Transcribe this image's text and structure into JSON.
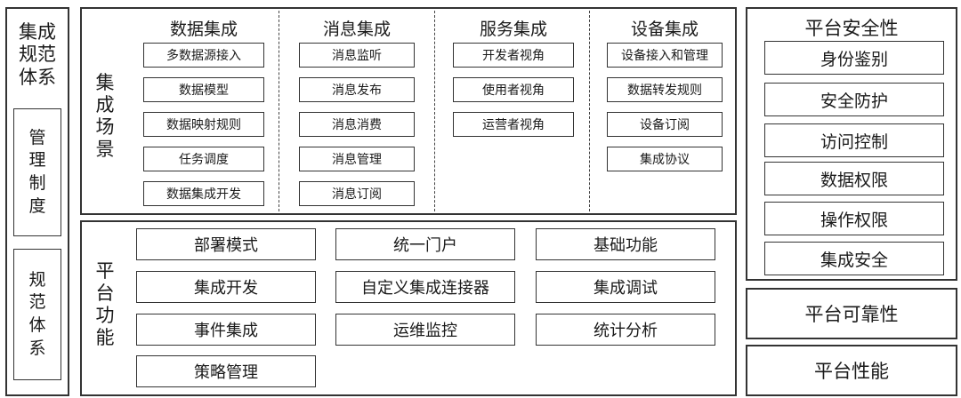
{
  "left_panel": {
    "title_lines": [
      "集成",
      "规范",
      "体系"
    ],
    "management": [
      "管",
      "理",
      "制",
      "度"
    ],
    "spec": [
      "规",
      "范",
      "体",
      "系"
    ]
  },
  "scenes": {
    "label": [
      "集",
      "成",
      "场",
      "景"
    ],
    "columns": [
      {
        "heading": "数据集成",
        "items": [
          "多数据源接入",
          "数据模型",
          "数据映射规则",
          "任务调度",
          "数据集成开发"
        ]
      },
      {
        "heading": "消息集成",
        "items": [
          "消息监听",
          "消息发布",
          "消息消费",
          "消息管理",
          "消息订阅"
        ]
      },
      {
        "heading": "服务集成",
        "items": [
          "开发者视角",
          "使用者视角",
          "运营者视角"
        ]
      },
      {
        "heading": "设备集成",
        "items": [
          "设备接入和管理",
          "数据转发规则",
          "设备订阅",
          "集成协议"
        ]
      }
    ]
  },
  "platform": {
    "label": [
      "平",
      "台",
      "功",
      "能"
    ],
    "items": [
      "部署模式",
      "统一门户",
      "基础功能",
      "集成开发",
      "自定义集成连接器",
      "集成调试",
      "事件集成",
      "运维监控",
      "统计分析",
      "策略管理"
    ]
  },
  "security": {
    "title": "平台安全性",
    "items": [
      "身份鉴别",
      "安全防护",
      "访问控制",
      "数据权限",
      "操作权限",
      "集成安全"
    ]
  },
  "reliability": {
    "title": "平台可靠性"
  },
  "performance": {
    "title": "平台性能"
  }
}
